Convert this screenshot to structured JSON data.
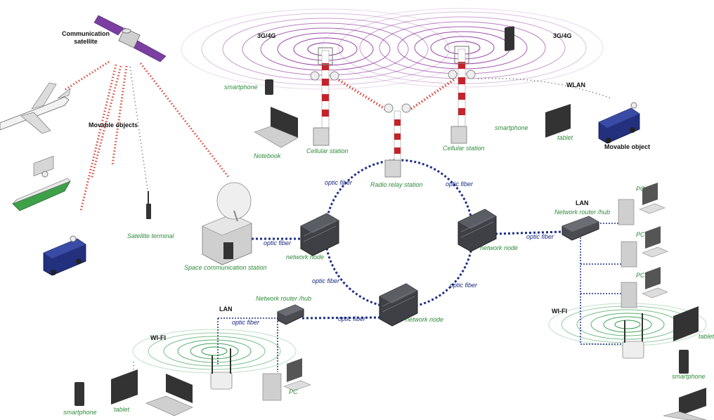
{
  "colors": {
    "fiber": "#1f2f86",
    "cell_wave": "#8b2a9a",
    "wifi_wave": "#2e9a48",
    "sat_link": "#d9473a",
    "label_green": "#2e8b3a",
    "label_dark": "#111111",
    "label_fiber": "#1a2a80",
    "tower_red": "#c4232b",
    "node_dark": "#3e4046",
    "van_blue": "#23307d"
  },
  "labels": {
    "satellite": [
      "Communication",
      "satellite"
    ],
    "movable_objects": "Movable objects",
    "satellite_terminal": "Satellite terminal",
    "space_station": "Space communication station",
    "cell_3g4g_left": "3G/4G",
    "cell_3g4g_right": "3G/4G",
    "smartphone_top": "smartphone",
    "notebook": "Notebook",
    "cellular_station_left": "Cellular station",
    "cellular_station_right": "Cellular station",
    "radio_relay": "Radio relay station",
    "wlan": "WLAN",
    "smartphone_right": "smartphone",
    "tablet_right": "tablet",
    "movable_object": "Movable object",
    "fiber_ring_tl": "optic fiber",
    "fiber_ring_tr": "optic fiber",
    "fiber_space": "optic fiber",
    "fiber_ring_bl": "optic fiber",
    "fiber_ring_br": "optic fiber",
    "fiber_lan_right": "optic fiber",
    "fiber_lan_left": "optic fiber",
    "fiber_bottom": "optic fiber",
    "node_left": "network node",
    "node_right": "network node",
    "node_bottom": "network node",
    "lan_right": "LAN",
    "router_right": "Network router /hub",
    "pc_r1": "PC",
    "pc_r2": "PC",
    "pc_r3": "PC",
    "wifi_right": "WI-FI",
    "tablet_far_right": "tablet",
    "smartphone_far_right": "smartphone",
    "lan_left": "LAN",
    "router_left": "Network router /hub",
    "wifi_left": "WI-FI",
    "pc_left": "PC",
    "smartphone_bl": "smartphone",
    "tablet_bl": "tablet"
  }
}
